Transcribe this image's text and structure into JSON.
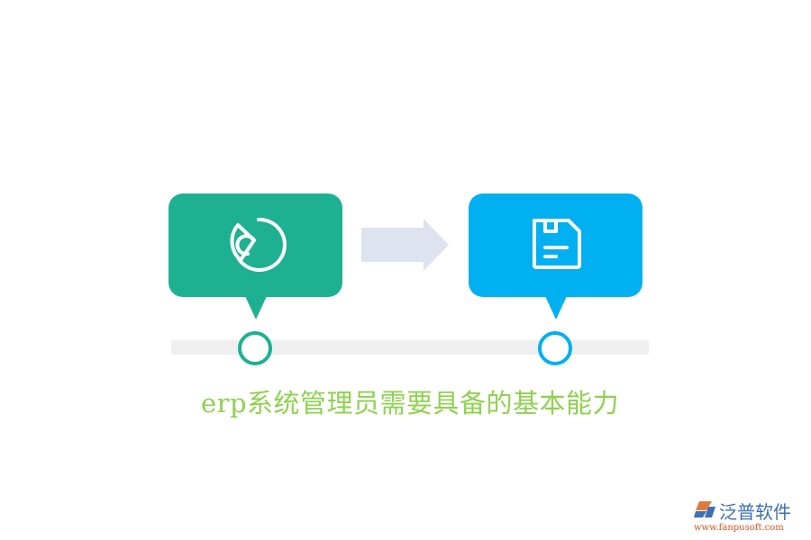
{
  "diagram": {
    "title": "erp系统管理员需要具备的基本能力",
    "steps": [
      {
        "icon": "analytics-pie-icon",
        "color": "#1db192"
      },
      {
        "icon": "floppy-save-icon",
        "color": "#00b0f0"
      }
    ],
    "connector": {
      "icon": "arrow-right-icon",
      "color": "#dfe2ef"
    },
    "track_color": "#efefef",
    "title_color": "#8fd150"
  },
  "logo": {
    "name": "泛普软件",
    "url": "www.fanpusoft.com"
  }
}
